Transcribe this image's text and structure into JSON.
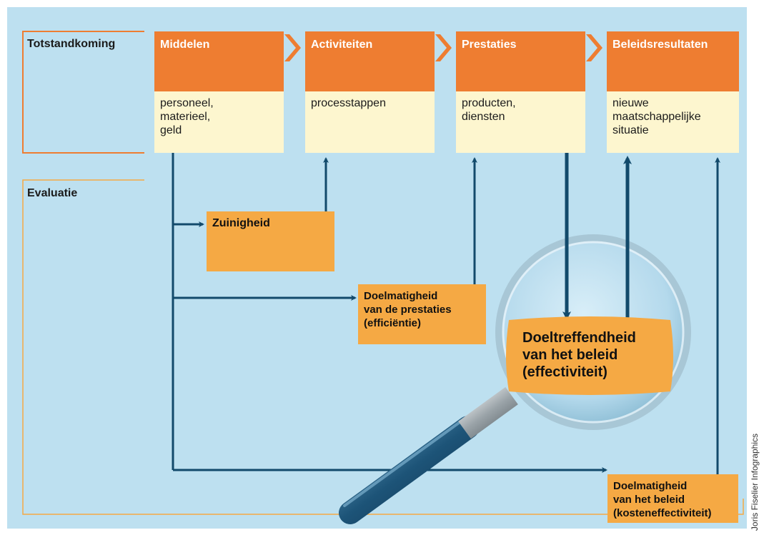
{
  "colors": {
    "background": "#bde0f0",
    "stage_header": "#ee7d31",
    "stage_body": "#fdf6cf",
    "evaluation_box": "#f5a944",
    "arrow": "#124a6b",
    "bracket": "#ee7d31"
  },
  "sections": {
    "totstandkoming": "Totstandkoming",
    "evaluatie": "Evaluatie"
  },
  "stages": [
    {
      "title": "Middelen",
      "body": "personeel,\nmaterieel,\ngeld"
    },
    {
      "title": "Activiteiten",
      "body": "processtappen"
    },
    {
      "title": "Prestaties",
      "body": "producten,\ndiensten"
    },
    {
      "title": "Beleidsresultaten",
      "body": "nieuwe\nmaatschappelijke\nsituatie"
    }
  ],
  "evaluations": {
    "zuinigheid": "Zuinigheid",
    "doelmatigheid_prestaties": "Doelmatigheid\nvan de prestaties\n(efficiëntie)",
    "doeltreffendheid": "Doeltreffendheid\nvan het beleid\n(effectiviteit)",
    "doelmatigheid_beleid": "Doelmatigheid\nvan het beleid\n(kosteneffectiviteit)"
  },
  "credit": "Joris Fiselier Infographics",
  "icons": [
    "magnifying-glass-icon",
    "chevron-right-icon"
  ]
}
